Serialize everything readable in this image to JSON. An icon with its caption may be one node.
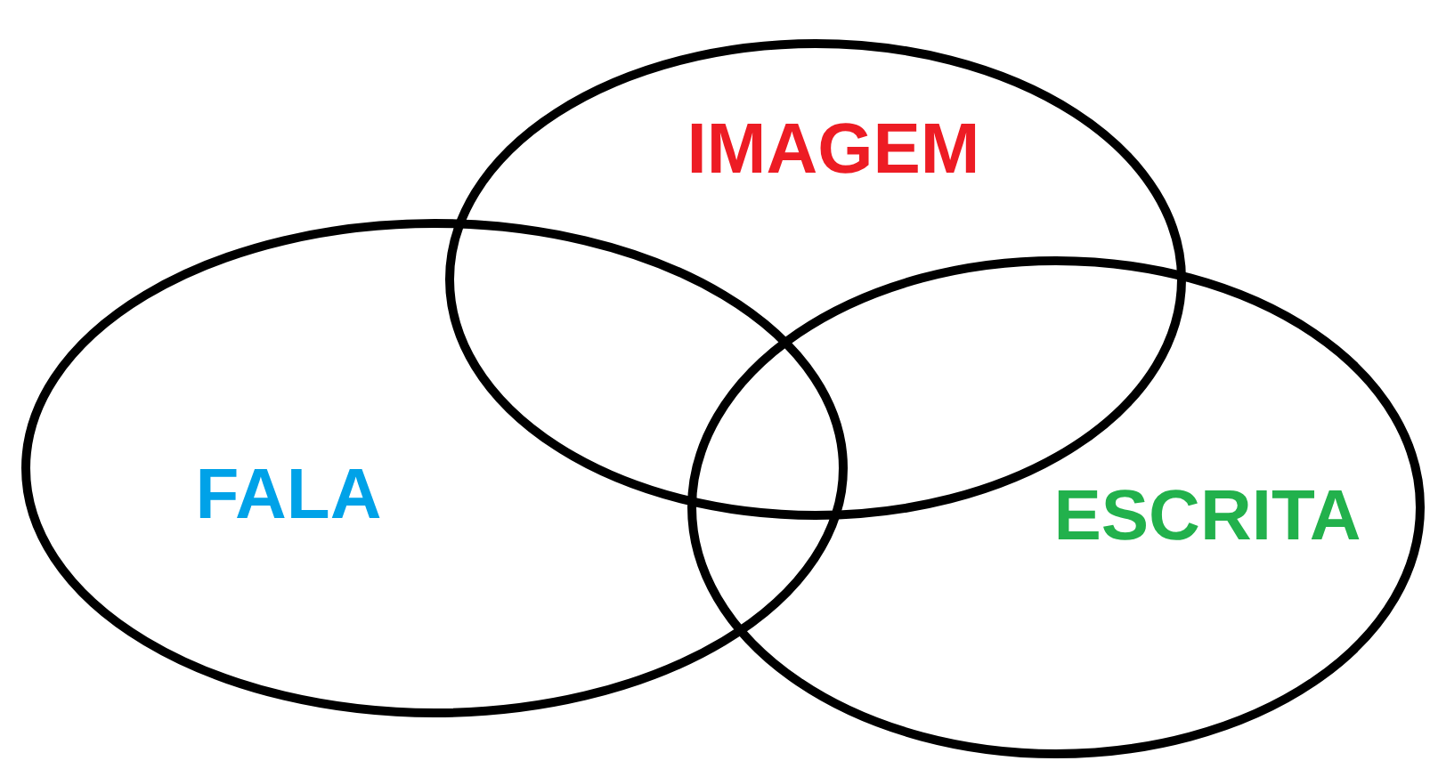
{
  "diagram": {
    "nodes": [
      {
        "text": [
          "IMAGEM"
        ]
      },
      {
        "text": [
          "FALA"
        ]
      },
      {
        "text": [
          "ESCRITA"
        ]
      }
    ]
  }
}
